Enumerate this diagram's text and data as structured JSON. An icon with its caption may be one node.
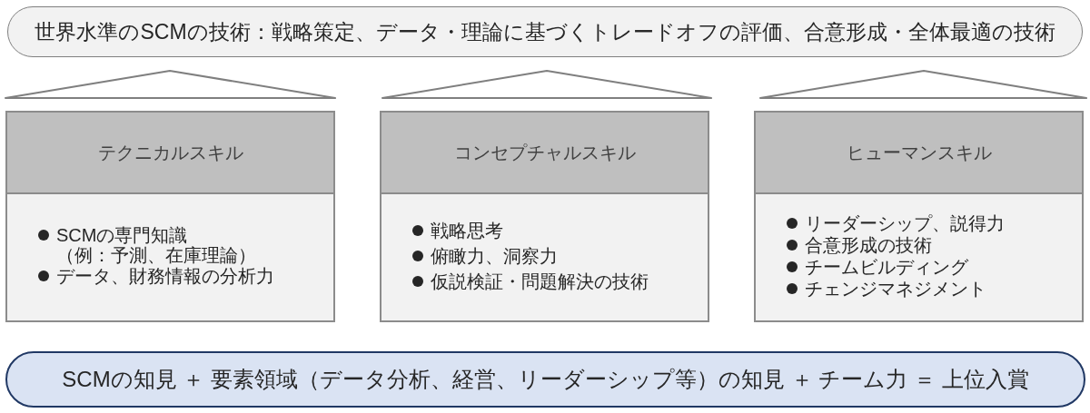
{
  "diagram": {
    "nodes": [
      {
        "text": [
          "世界水準のSCMの技術：戦略策定、データ・理論に基づくトレードオフの評価、合意形成・全体最適の技術"
        ]
      },
      {
        "text": [],
        "shape": "triangle"
      },
      {
        "text": [],
        "shape": "triangle"
      },
      {
        "text": [],
        "shape": "triangle"
      },
      {
        "text": [
          "テクニカルスキル"
        ]
      },
      {
        "text": [
          "SCMの専門知識（例：予測、在庫理論）",
          "データ、財務情報の分析力"
        ]
      },
      {
        "text": [
          "コンセプチャルスキル"
        ]
      },
      {
        "text": [
          "戦略思考",
          "俯瞰力、洞察力",
          "仮説検証・問題解決の技術"
        ]
      },
      {
        "text": [
          "ヒューマンスキル"
        ]
      },
      {
        "text": [
          "リーダーシップ、説得力",
          "合意形成の技術",
          "チームビルディング",
          "チェンジマネジメント"
        ]
      },
      {
        "text": [
          "SCMの知見 ＋ 要素領域（データ分析、経営、リーダーシップ等）の知見 ＋ チーム力 ＝ 上位入賞"
        ]
      }
    ]
  }
}
